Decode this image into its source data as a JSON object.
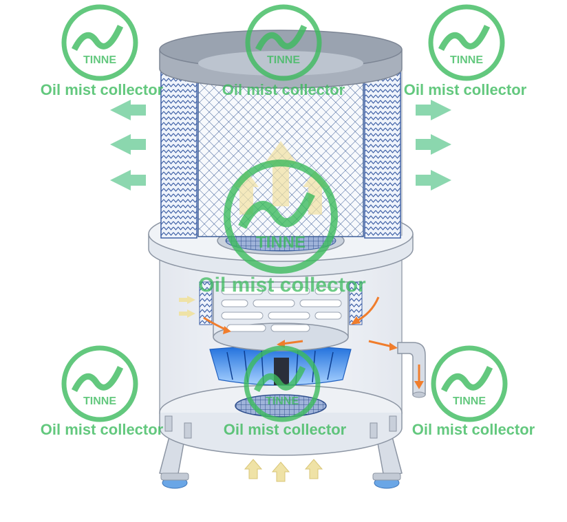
{
  "watermark": {
    "brand": "TINNE",
    "caption": "Oil mist collector",
    "color": "#3dbb5e"
  },
  "diagram": {
    "subject": "oil mist collector cross-section",
    "colors": {
      "body": "#e9edf3",
      "outline": "#8c95a3",
      "mesh": "#3a5f9e",
      "fan_blue": "#2f7fe0",
      "oil_flow_arrow": "#f07d2c",
      "intake_arrow": "#efe2a6",
      "exhaust_arrow": "#7fd3a6"
    },
    "icons": [
      "exhaust-arrow-icon",
      "intake-arrow-icon",
      "oil-flow-arrow-icon",
      "fan-icon",
      "drain-pipe-icon"
    ]
  }
}
